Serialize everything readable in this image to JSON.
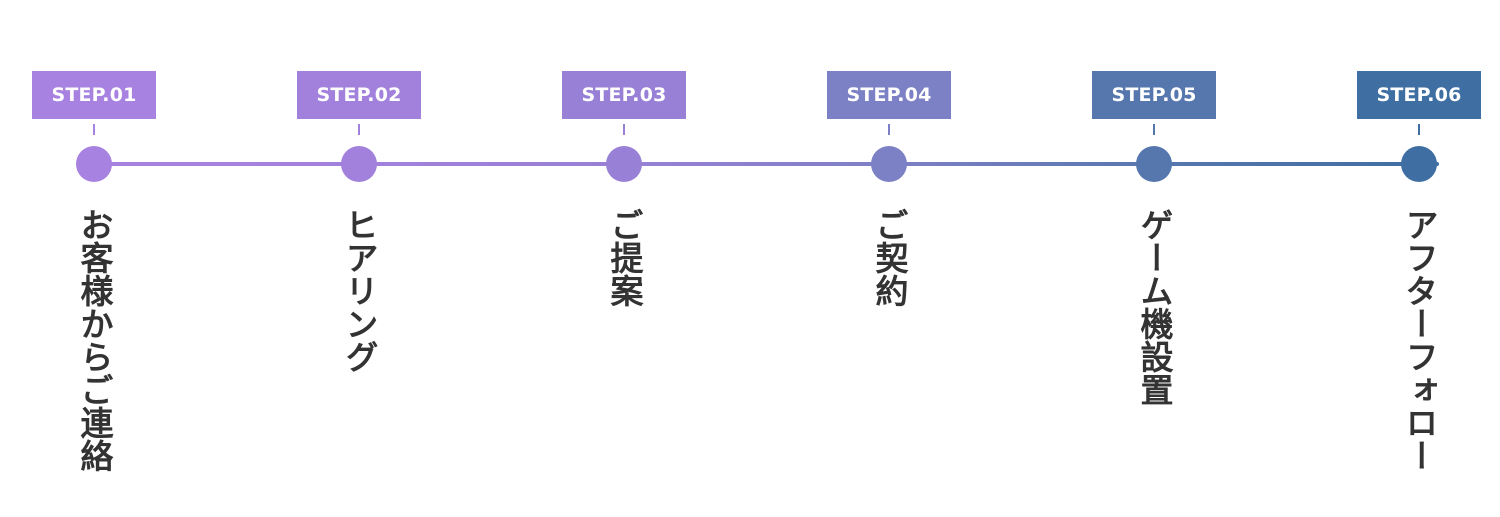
{
  "steps": [
    {
      "badge": "STEP.01",
      "label": "お客様からご連絡",
      "color": "#a782e0"
    },
    {
      "badge": "STEP.02",
      "label": "ヒアリング",
      "color": "#a281dc"
    },
    {
      "badge": "STEP.03",
      "label": "ご提案",
      "color": "#9880d6"
    },
    {
      "badge": "STEP.04",
      "label": "ご契約",
      "color": "#7c80c4"
    },
    {
      "badge": "STEP.05",
      "label": "ゲーム機設置",
      "color": "#5676ae"
    },
    {
      "badge": "STEP.06",
      "label": "アフターフォロー",
      "color": "#3f6ea2"
    }
  ],
  "label_color": "#333333"
}
